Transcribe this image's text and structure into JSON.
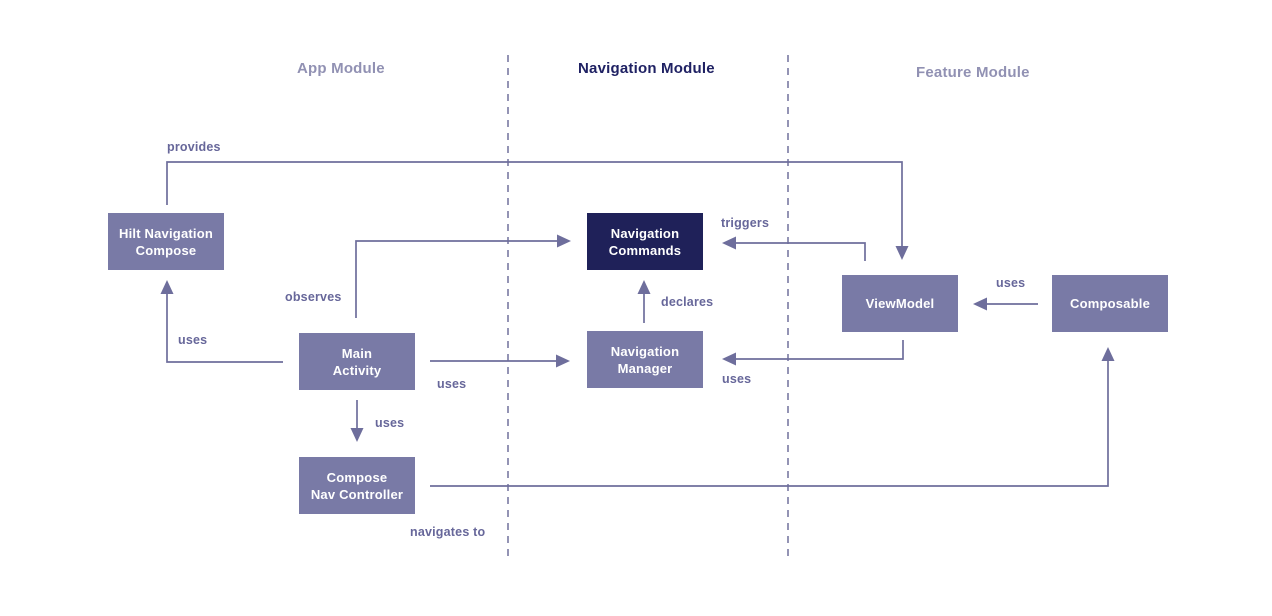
{
  "titles": {
    "app": "App Module",
    "navigation": "Navigation Module",
    "feature": "Feature Module"
  },
  "nodes": {
    "hilt": {
      "line1": "Hilt Navigation",
      "line2": "Compose"
    },
    "nav_commands": {
      "line1": "Navigation",
      "line2": "Commands"
    },
    "main_activity": {
      "line1": "Main",
      "line2": "Activity"
    },
    "nav_manager": {
      "line1": "Navigation",
      "line2": "Manager"
    },
    "view_model": {
      "line1": "ViewModel",
      "line2": ""
    },
    "composable": {
      "line1": "Composable",
      "line2": ""
    },
    "compose_nav": {
      "line1": "Compose",
      "line2": "Nav Controller"
    }
  },
  "edge_labels": {
    "provides": "provides",
    "observes": "observes",
    "declares": "declares",
    "triggers": "triggers",
    "navigates_to": "navigates to",
    "uses_main_to_hilt": "uses",
    "uses_main_to_manager": "uses",
    "uses_main_to_controller": "uses",
    "uses_viewmodel_to_manager": "uses",
    "uses_composable_to_viewmodel": "uses"
  },
  "colors": {
    "background": "#ffffff",
    "node_fill": "#797aa6",
    "node_fill_dark": "#1f2159",
    "node_text": "#ffffff",
    "connector": "#6e6e9c",
    "edge_label_text": "#67679a",
    "divider": "#8181a8",
    "title_muted": "#9191b3",
    "title_dark": "#1f2163"
  }
}
